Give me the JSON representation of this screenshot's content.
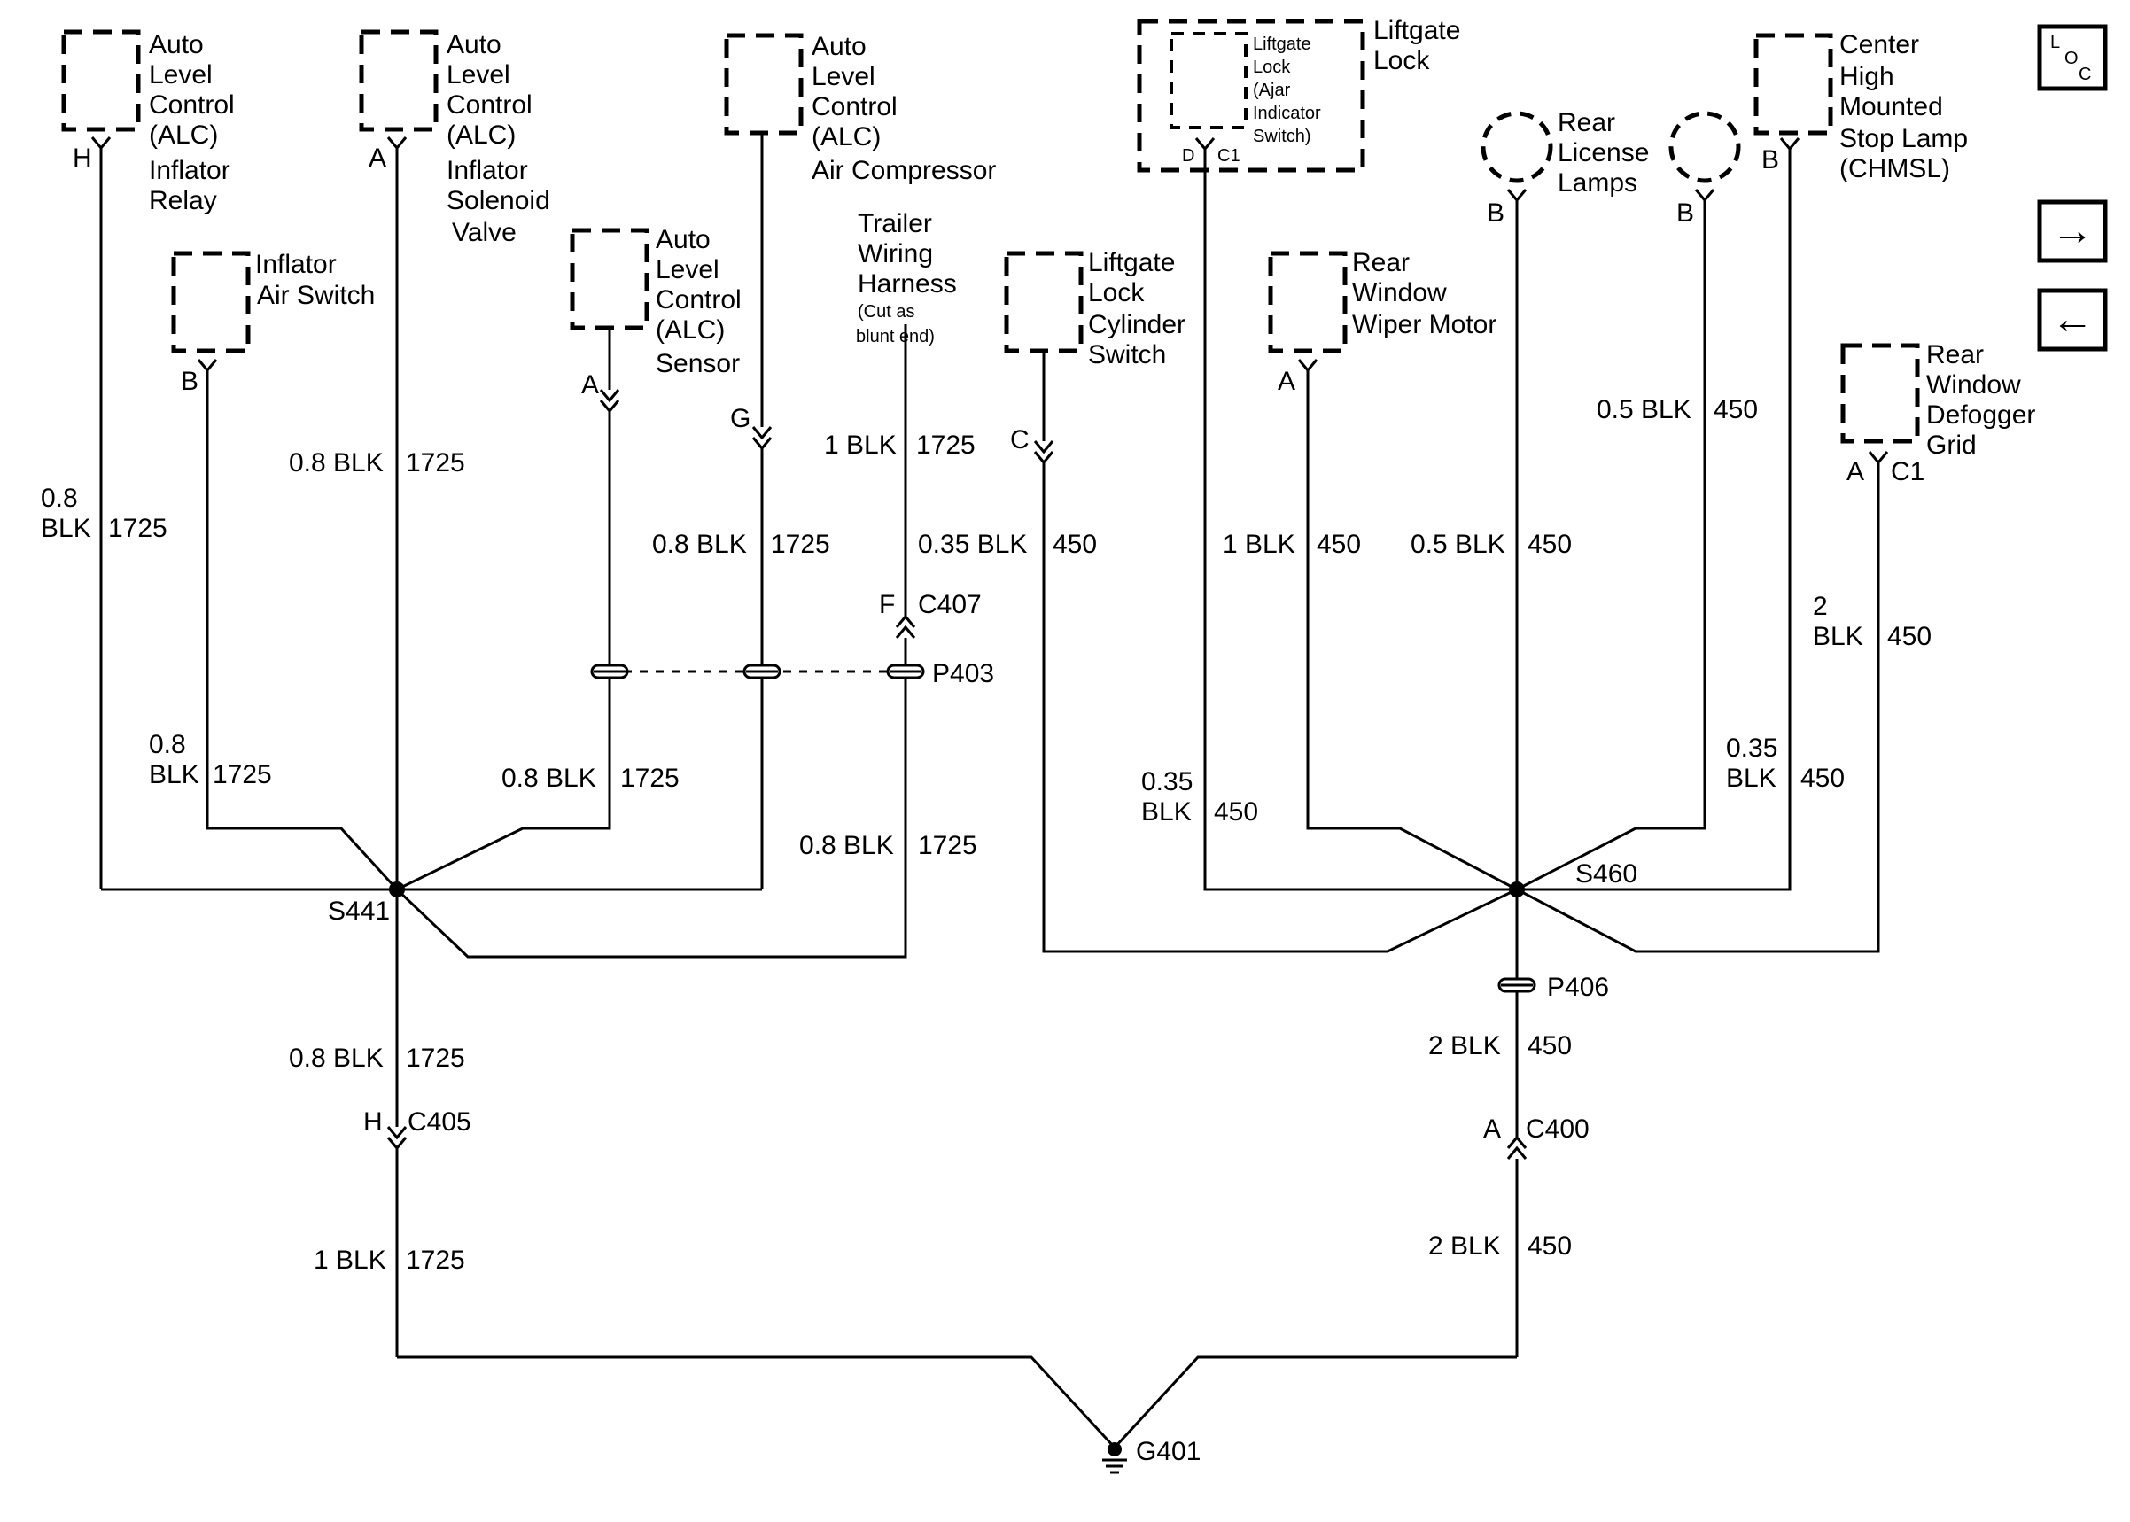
{
  "components": {
    "alc_inflator_relay": [
      "Auto",
      "Level",
      "Control",
      "(ALC)",
      "Inflator",
      "Relay"
    ],
    "alc_solenoid_valve": [
      "Auto",
      "Level",
      "Control",
      "(ALC)",
      "Inflator",
      "Solenoid",
      "Valve"
    ],
    "alc_compressor": [
      "Auto",
      "Level",
      "Control",
      "(ALC)",
      "Air Compressor"
    ],
    "inflator_air_switch": [
      "Inflator",
      "Air Switch"
    ],
    "alc_sensor": [
      "Auto",
      "Level",
      "Control",
      "(ALC)",
      "Sensor"
    ],
    "trailer_harness": [
      "Trailer",
      "Wiring",
      "Harness"
    ],
    "trailer_harness_note": [
      "(Cut as",
      "blunt end)"
    ],
    "liftgate_lock": [
      "Liftgate",
      "Lock"
    ],
    "liftgate_lock_ajar": [
      "Liftgate",
      "Lock",
      "(Ajar",
      "Indicator",
      "Switch)"
    ],
    "liftgate_lock_cylinder": [
      "Liftgate",
      "Lock",
      "Cylinder",
      "Switch"
    ],
    "rear_license_lamps": [
      "Rear",
      "License",
      "Lamps"
    ],
    "chmsl": [
      "Center",
      "High",
      "Mounted",
      "Stop Lamp",
      "(CHMSL)"
    ],
    "rear_wiper_motor": [
      "Rear",
      "Window",
      "Wiper Motor"
    ],
    "rear_defogger": [
      "Rear",
      "Window",
      "Defogger",
      "Grid"
    ]
  },
  "pins": {
    "relay": "H",
    "solenoid": "A",
    "air_switch": "B",
    "sensor": "A",
    "compressor": "G",
    "trailer": "F",
    "cylinder": "C",
    "ajar_d": "D",
    "ajar_c1": "C1",
    "license_b1": "B",
    "license_b2": "B",
    "chmsl": "B",
    "wiper": "A",
    "defog_a": "A",
    "defog_c1": "C1",
    "c405": "H",
    "c400": "A"
  },
  "connectors": {
    "c407": "C407",
    "p403": "P403",
    "c405": "C405",
    "p406": "P406",
    "c400": "C400",
    "s441": "S441",
    "s460": "S460",
    "g401": "G401"
  },
  "wires": {
    "relay": [
      "0.8",
      "BLK",
      "1725"
    ],
    "solenoid": [
      "0.8 BLK",
      "1725"
    ],
    "air_switch": [
      "0.8",
      "BLK",
      "1725"
    ],
    "sensor_upper": [
      "0.8 BLK",
      "1725"
    ],
    "sensor_lower": [
      "0.8 BLK",
      "1725"
    ],
    "trailer_upper": [
      "1 BLK",
      "1725"
    ],
    "trailer_lower": [
      "0.8 BLK",
      "1725"
    ],
    "s441_down": [
      "0.8 BLK",
      "1725"
    ],
    "c405_down": [
      "1 BLK",
      "1725"
    ],
    "cylinder": [
      "0.35 BLK",
      "450"
    ],
    "ajar": [
      "0.35",
      "BLK",
      "450"
    ],
    "wiper": [
      "1 BLK",
      "450"
    ],
    "license1": [
      "0.5 BLK",
      "450"
    ],
    "license2": [
      "0.5 BLK",
      "450"
    ],
    "chmsl": [
      "0.35",
      "BLK",
      "450"
    ],
    "defog": [
      "2",
      "BLK",
      "450"
    ],
    "p406_down": [
      "2 BLK",
      "450"
    ],
    "c400_down": [
      "2 BLK",
      "450"
    ]
  },
  "nav": {
    "loc_label": [
      "L",
      "O",
      "C"
    ],
    "forward_icon": "→",
    "back_icon": "←"
  }
}
